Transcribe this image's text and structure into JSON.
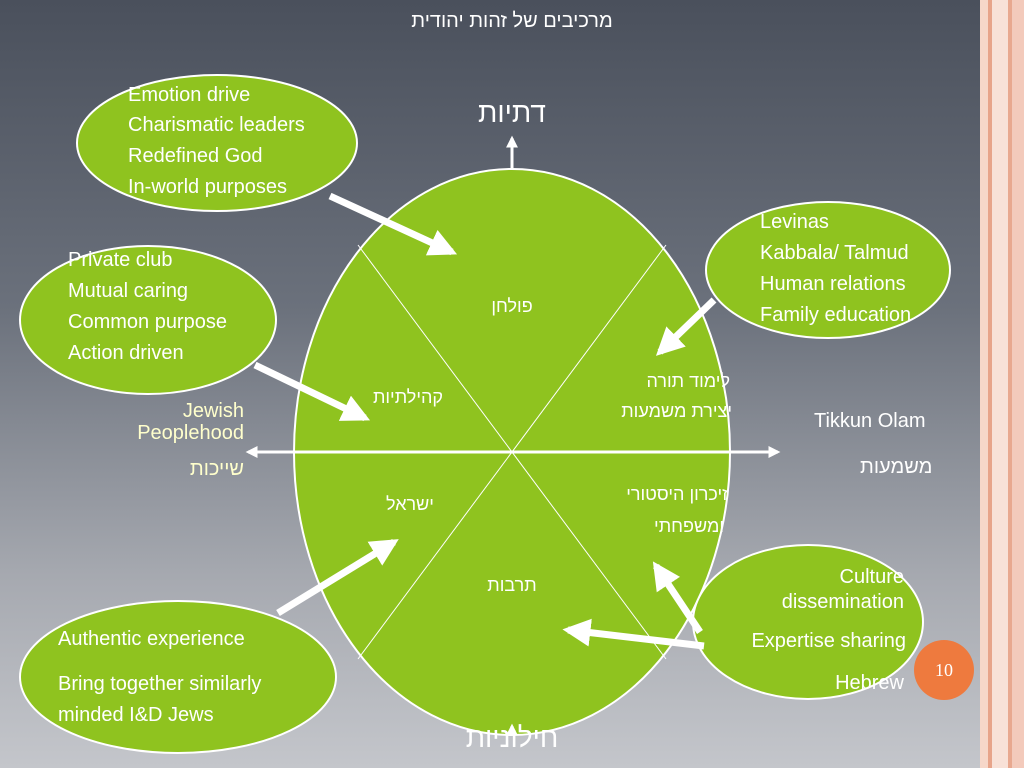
{
  "slide": {
    "title": "מרכיבים של זהות יהודית",
    "page_number": "10"
  },
  "axes": {
    "top": "דתיות",
    "bottom": "חילוניות",
    "left_en_1": "Jewish",
    "left_en_2": "Peoplehood",
    "left_he": "שייכות",
    "right_en": "Tikkun Olam",
    "right_he": "משמעות"
  },
  "wheel": {
    "segments": [
      {
        "label": "פולחן"
      },
      {
        "label": "קהילתיות"
      },
      {
        "label": "לימוד תורה"
      },
      {
        "label": "יצירת משמעות"
      },
      {
        "label": "ישראל"
      },
      {
        "label": "זיכרון היסטורי"
      },
      {
        "label": "ומשפחתי"
      },
      {
        "label": "תרבות"
      }
    ]
  },
  "callouts": {
    "top_left": [
      "Emotion drive",
      "Charismatic leaders",
      "Redefined God",
      "In-world purposes"
    ],
    "mid_left": [
      "Private club",
      "Mutual caring",
      "Common purpose",
      "Action driven"
    ],
    "top_right": [
      "Levinas",
      "Kabbala/ Talmud",
      "Human relations",
      "Family education"
    ],
    "bottom_left": [
      "Authentic experience",
      "Bring together similarly",
      "minded I&D Jews"
    ],
    "bottom_right": [
      "Culture",
      "dissemination",
      "Expertise sharing",
      "Hebrew"
    ]
  },
  "colors": {
    "lime": "#8fc31f",
    "text_yellow": "#ffffcc",
    "arrow": "#ffffff",
    "badge": "#ee7a3e"
  }
}
